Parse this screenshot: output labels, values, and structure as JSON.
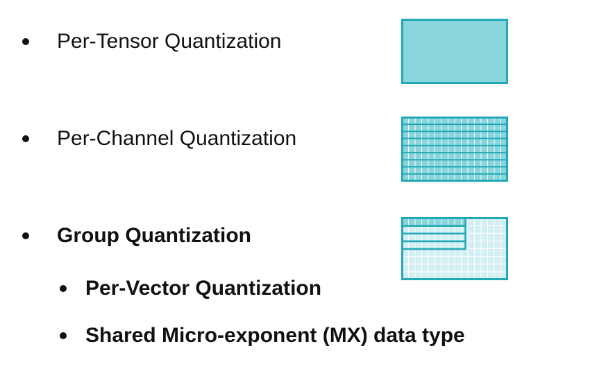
{
  "items": [
    {
      "label": "Per-Tensor Quantization",
      "level": 1,
      "bold": false
    },
    {
      "label": "Per-Channel Quantization",
      "level": 1,
      "bold": false
    },
    {
      "label": "Group Quantization",
      "level": 1,
      "bold": true
    },
    {
      "label": "Per-Vector Quantization",
      "level": 2,
      "bold": true
    },
    {
      "label": "Shared Micro-exponent (MX) data type",
      "level": 2,
      "bold": true
    }
  ],
  "colors": {
    "fill": "#88d5dc",
    "light_fill": "#d2eff2",
    "stroke": "#22a8b6",
    "grid": "#ffffff",
    "text": "#111111"
  }
}
